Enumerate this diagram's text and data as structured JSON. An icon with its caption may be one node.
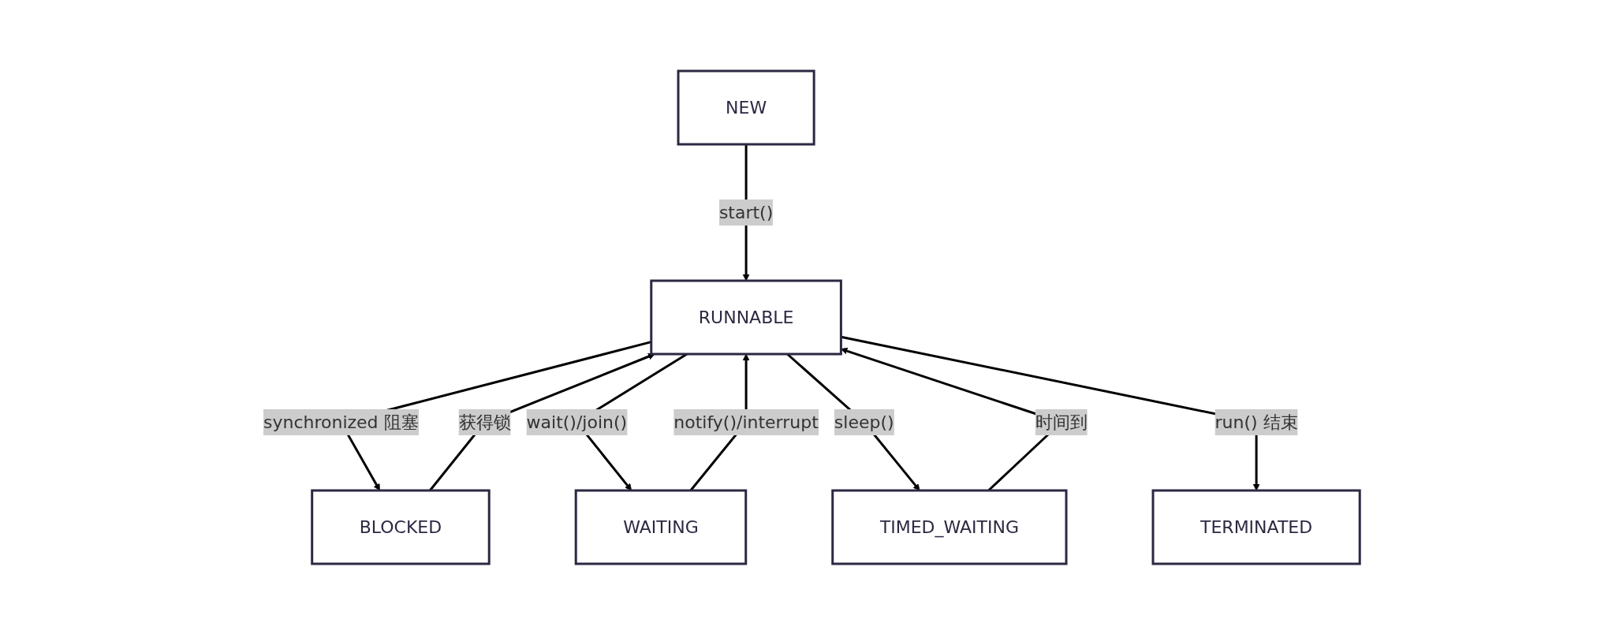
{
  "diagram": {
    "nodes": [
      {
        "text": [
          "NEW"
        ]
      },
      {
        "text": [
          "RUNNABLE"
        ]
      },
      {
        "text": [
          "BLOCKED"
        ]
      },
      {
        "text": [
          "WAITING"
        ]
      },
      {
        "text": [
          "TIMED_WAITING"
        ]
      },
      {
        "text": [
          "TERMINATED"
        ]
      }
    ],
    "edges": [
      {
        "from": 0,
        "to": 1,
        "arrow": "to",
        "label": "start()"
      },
      {
        "from": 1,
        "to": 2,
        "arrow": "to",
        "label": "synchronized 阻塞"
      },
      {
        "from": 2,
        "to": 1,
        "arrow": "to",
        "label": "获得锁"
      },
      {
        "from": 1,
        "to": 3,
        "arrow": "to",
        "label": "wait()/join()"
      },
      {
        "from": 3,
        "to": 1,
        "arrow": "to",
        "label": "notify()/interrupt"
      },
      {
        "from": 1,
        "to": 4,
        "arrow": "to",
        "label": "sleep()"
      },
      {
        "from": 4,
        "to": 1,
        "arrow": "to",
        "label": "时间到"
      },
      {
        "from": 1,
        "to": 5,
        "arrow": "to",
        "label": "run() 结束"
      }
    ]
  }
}
